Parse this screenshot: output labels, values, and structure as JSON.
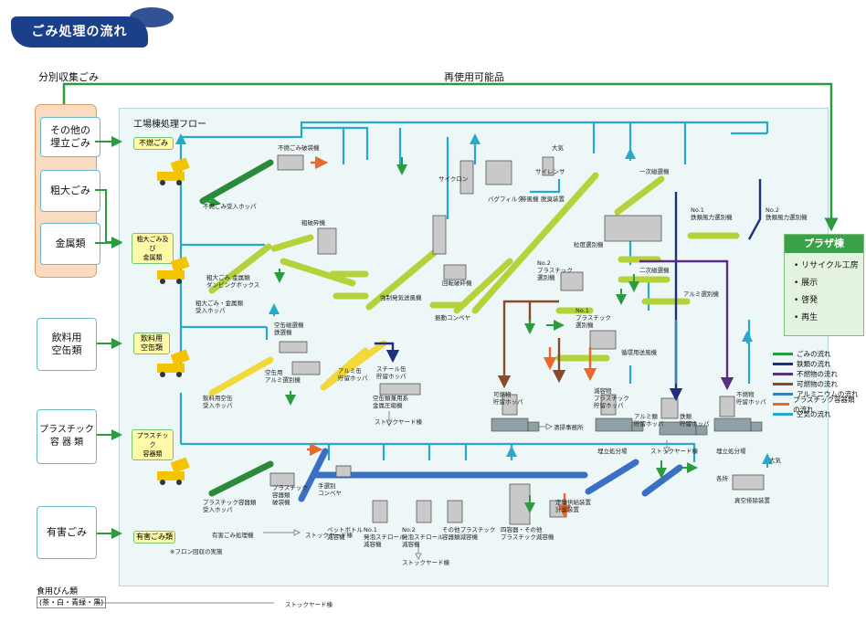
{
  "title": "ごみ処理の流れ",
  "top_labels": {
    "separate": "分別収集ごみ",
    "reusable": "再使用可能品"
  },
  "panel_title": "工場棟処理フロー",
  "sources": [
    "その他の\n埋立ごみ",
    "粗大ごみ",
    "金属類",
    "飲料用\n空缶類",
    "プラスチック\n容 器 類",
    "有害ごみ"
  ],
  "bottle": {
    "name": "食用びん類",
    "sub": "(茶・白・青緑・黒)",
    "dest": "ストックヤード棟"
  },
  "category_labels": [
    "不燃ごみ",
    "粗大ごみ及び\n金属類",
    "飲料用\n空缶類",
    "プラスチック\n容器類",
    "有害ごみ類"
  ],
  "plaza": {
    "title": "プラザ棟",
    "items": [
      "リサイクル工房",
      "展示",
      "啓発",
      "再生"
    ]
  },
  "legend": [
    {
      "label": "ごみの流れ",
      "color": "#2c9a3e"
    },
    {
      "label": "鉄類の流れ",
      "color": "#1b2f7d"
    },
    {
      "label": "不燃物の流れ",
      "color": "#5a2d82"
    },
    {
      "label": "可燃物の流れ",
      "color": "#8a4a2a"
    },
    {
      "label": "アルミニウムの流れ",
      "color": "#3a7fb5"
    },
    {
      "label": "プラスチック容器類の流れ",
      "color": "#e8692a"
    },
    {
      "label": "空気の流れ",
      "color": "#27a9c9"
    }
  ],
  "machines": {
    "funen_hopper": "不燃ごみ受入ホッパ",
    "funen_crusher": "不燃ごみ破袋機",
    "sodai_hopper": "粗大ごみ・金属類\n受入ホッパ",
    "dumping_box": "粗大ごみ 金属類\nダンピングボックス",
    "rough_crusher": "粗破砕機",
    "cyclone": "サイクロン",
    "bag_filter": "バグフィルタ",
    "silencer": "サイレンサ",
    "exhaust_fan": "排風機",
    "deodorizer": "脱臭装置",
    "atmosphere": "大気",
    "fine_crusher": "回転破砕機",
    "fan_transfer": "強制発気送風機",
    "vib_conveyor": "振動コンベヤ",
    "particle_sorter": "粒度選別機",
    "primary_mag": "一次磁選機",
    "iron_sorter1": "No.1\n鉄類風力選別機",
    "iron_sorter2": "No.2\n鉄類風力選別機",
    "secondary_mag": "二次磁選機",
    "alu_sorter": "アルミ選別機",
    "plastic_sorter2": "No.2\nプラスチック\n選別機",
    "plastic_sorter1": "No.1\nプラスチック\n選別機",
    "recycle_fan": "循環用送風機",
    "can_hopper": "飲料用空缶\n受入ホッパ",
    "can_mag": "空缶磁選機\n鉄選機",
    "can_alu": "空缶用\nアルミ選別機",
    "alu_can_hopper": "アルミ缶\n貯留ホッパ",
    "steel_can_hopper": "スチール缶\n貯留ホッパ",
    "can_press": "空缶類兼用系\n金属圧縮機",
    "combustible_hopper": "可燃物\n貯留ホッパ",
    "reduced_plastic": "減容物\nプラスチック\n貯留ホッパ",
    "alu_hopper": "アルミ類\n貯留ホッパ",
    "iron_hopper": "鉄類\n貯留ホッパ",
    "noncomb_hopper": "不燃物\n貯留ホッパ",
    "plastic_hopper": "プラスチック容器類\n受入ホッパ",
    "plastic_crusher": "プラスチック\n容器類\n破袋機",
    "pet": "ペットボトル\n減容機",
    "foam1": "No.1\n発泡スチロール\n減容機",
    "foam2": "No.2\n発泡スチロール\n減容機",
    "other_plastic": "その他プラスチック\n容器類減容機",
    "compactor": "四容器・その他\nプラスチック減容機",
    "stacker": "定量供給装置\n計量装置",
    "vacuum": "真空排除装置",
    "hazard_process": "有害ごみ処理機",
    "freon": "※フロン回収の実施",
    "to_cleaning": "清掃事務所",
    "landfill": "埋立処分場",
    "landfill2": "埋立処分場",
    "stockyard": "ストックヤード棟",
    "stockyard2": "ストックヤード棟",
    "stockyard3": "ストックヤード棟",
    "stockyard4": "ストックヤード棟",
    "manual": "手選別\nコンベヤ",
    "atmosphere2": "大気",
    "exhaust_label": "各所"
  }
}
